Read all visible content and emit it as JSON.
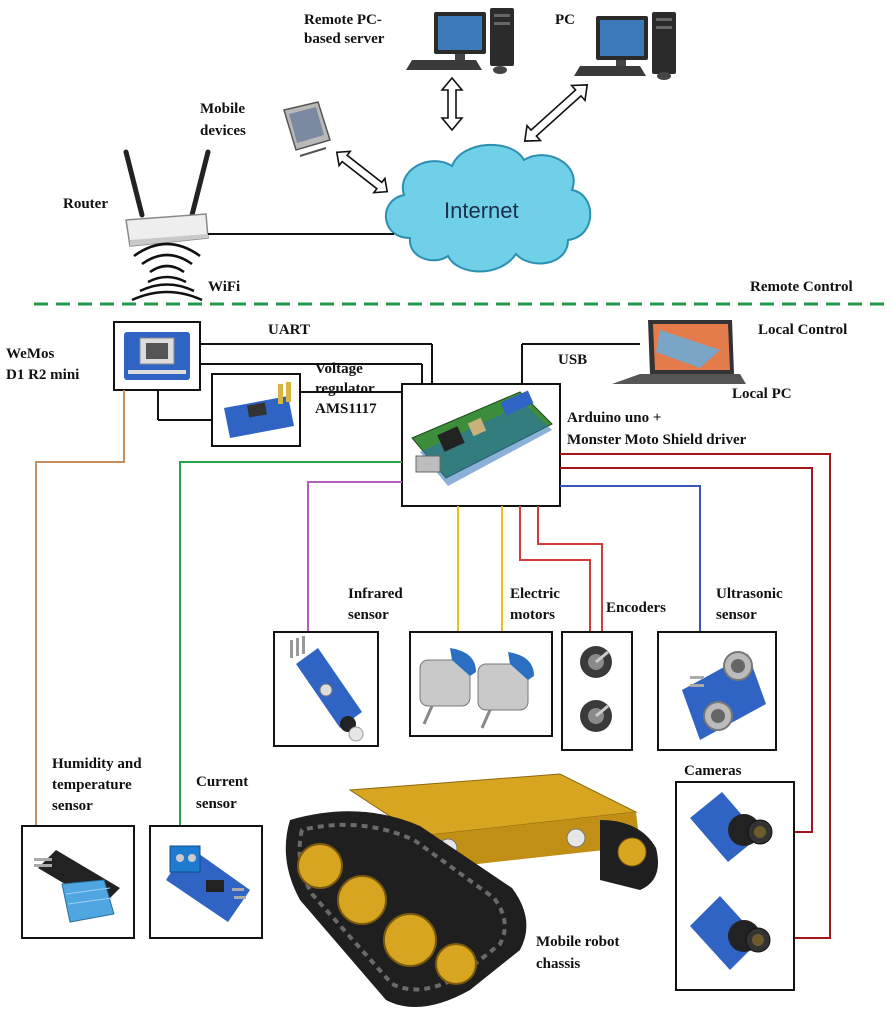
{
  "labels": {
    "remote_server": [
      "Remote PC-",
      "based server"
    ],
    "pc": "PC",
    "mobile": [
      "Mobile",
      "devices"
    ],
    "router": "Router",
    "internet": "Internet",
    "wifi": "WiFi",
    "remote_control": "Remote Control",
    "local_control": "Local Control",
    "wemos": [
      "WeMos",
      "D1 R2 mini"
    ],
    "uart": "UART",
    "usb": "USB",
    "voltage": [
      "Voltage",
      "regulator",
      "AMS1117"
    ],
    "local_pc": "Local PC",
    "arduino": [
      "Arduino uno +",
      "Monster Moto Shield driver"
    ],
    "infrared": [
      "Infrared",
      "sensor"
    ],
    "motors": [
      "Electric",
      "motors"
    ],
    "encoders": "Encoders",
    "ultrasonic": [
      "Ultrasonic",
      "sensor"
    ],
    "cameras": "Cameras",
    "humidity": [
      "Humidity and",
      "temperature",
      "sensor"
    ],
    "current": [
      "Current",
      "sensor"
    ],
    "chassis": [
      "Mobile robot",
      "chassis"
    ]
  },
  "colors": {
    "cloud": "#6fd0e8",
    "dashed_separator": "#1e9a4a",
    "wire_humidity": "#c98e5f",
    "wire_current": "#2aa44a",
    "wire_infrared": "#b25dbf",
    "wire_motors": "#e3c21a",
    "wire_encoders": "#d43a3a",
    "wire_ultrasonic": "#3a55b8",
    "wire_cameras": "#a3161b",
    "pcb_blue": "#2f63c4",
    "shield_green": "#3c8e3a",
    "chassis_gold": "#d8a520"
  }
}
